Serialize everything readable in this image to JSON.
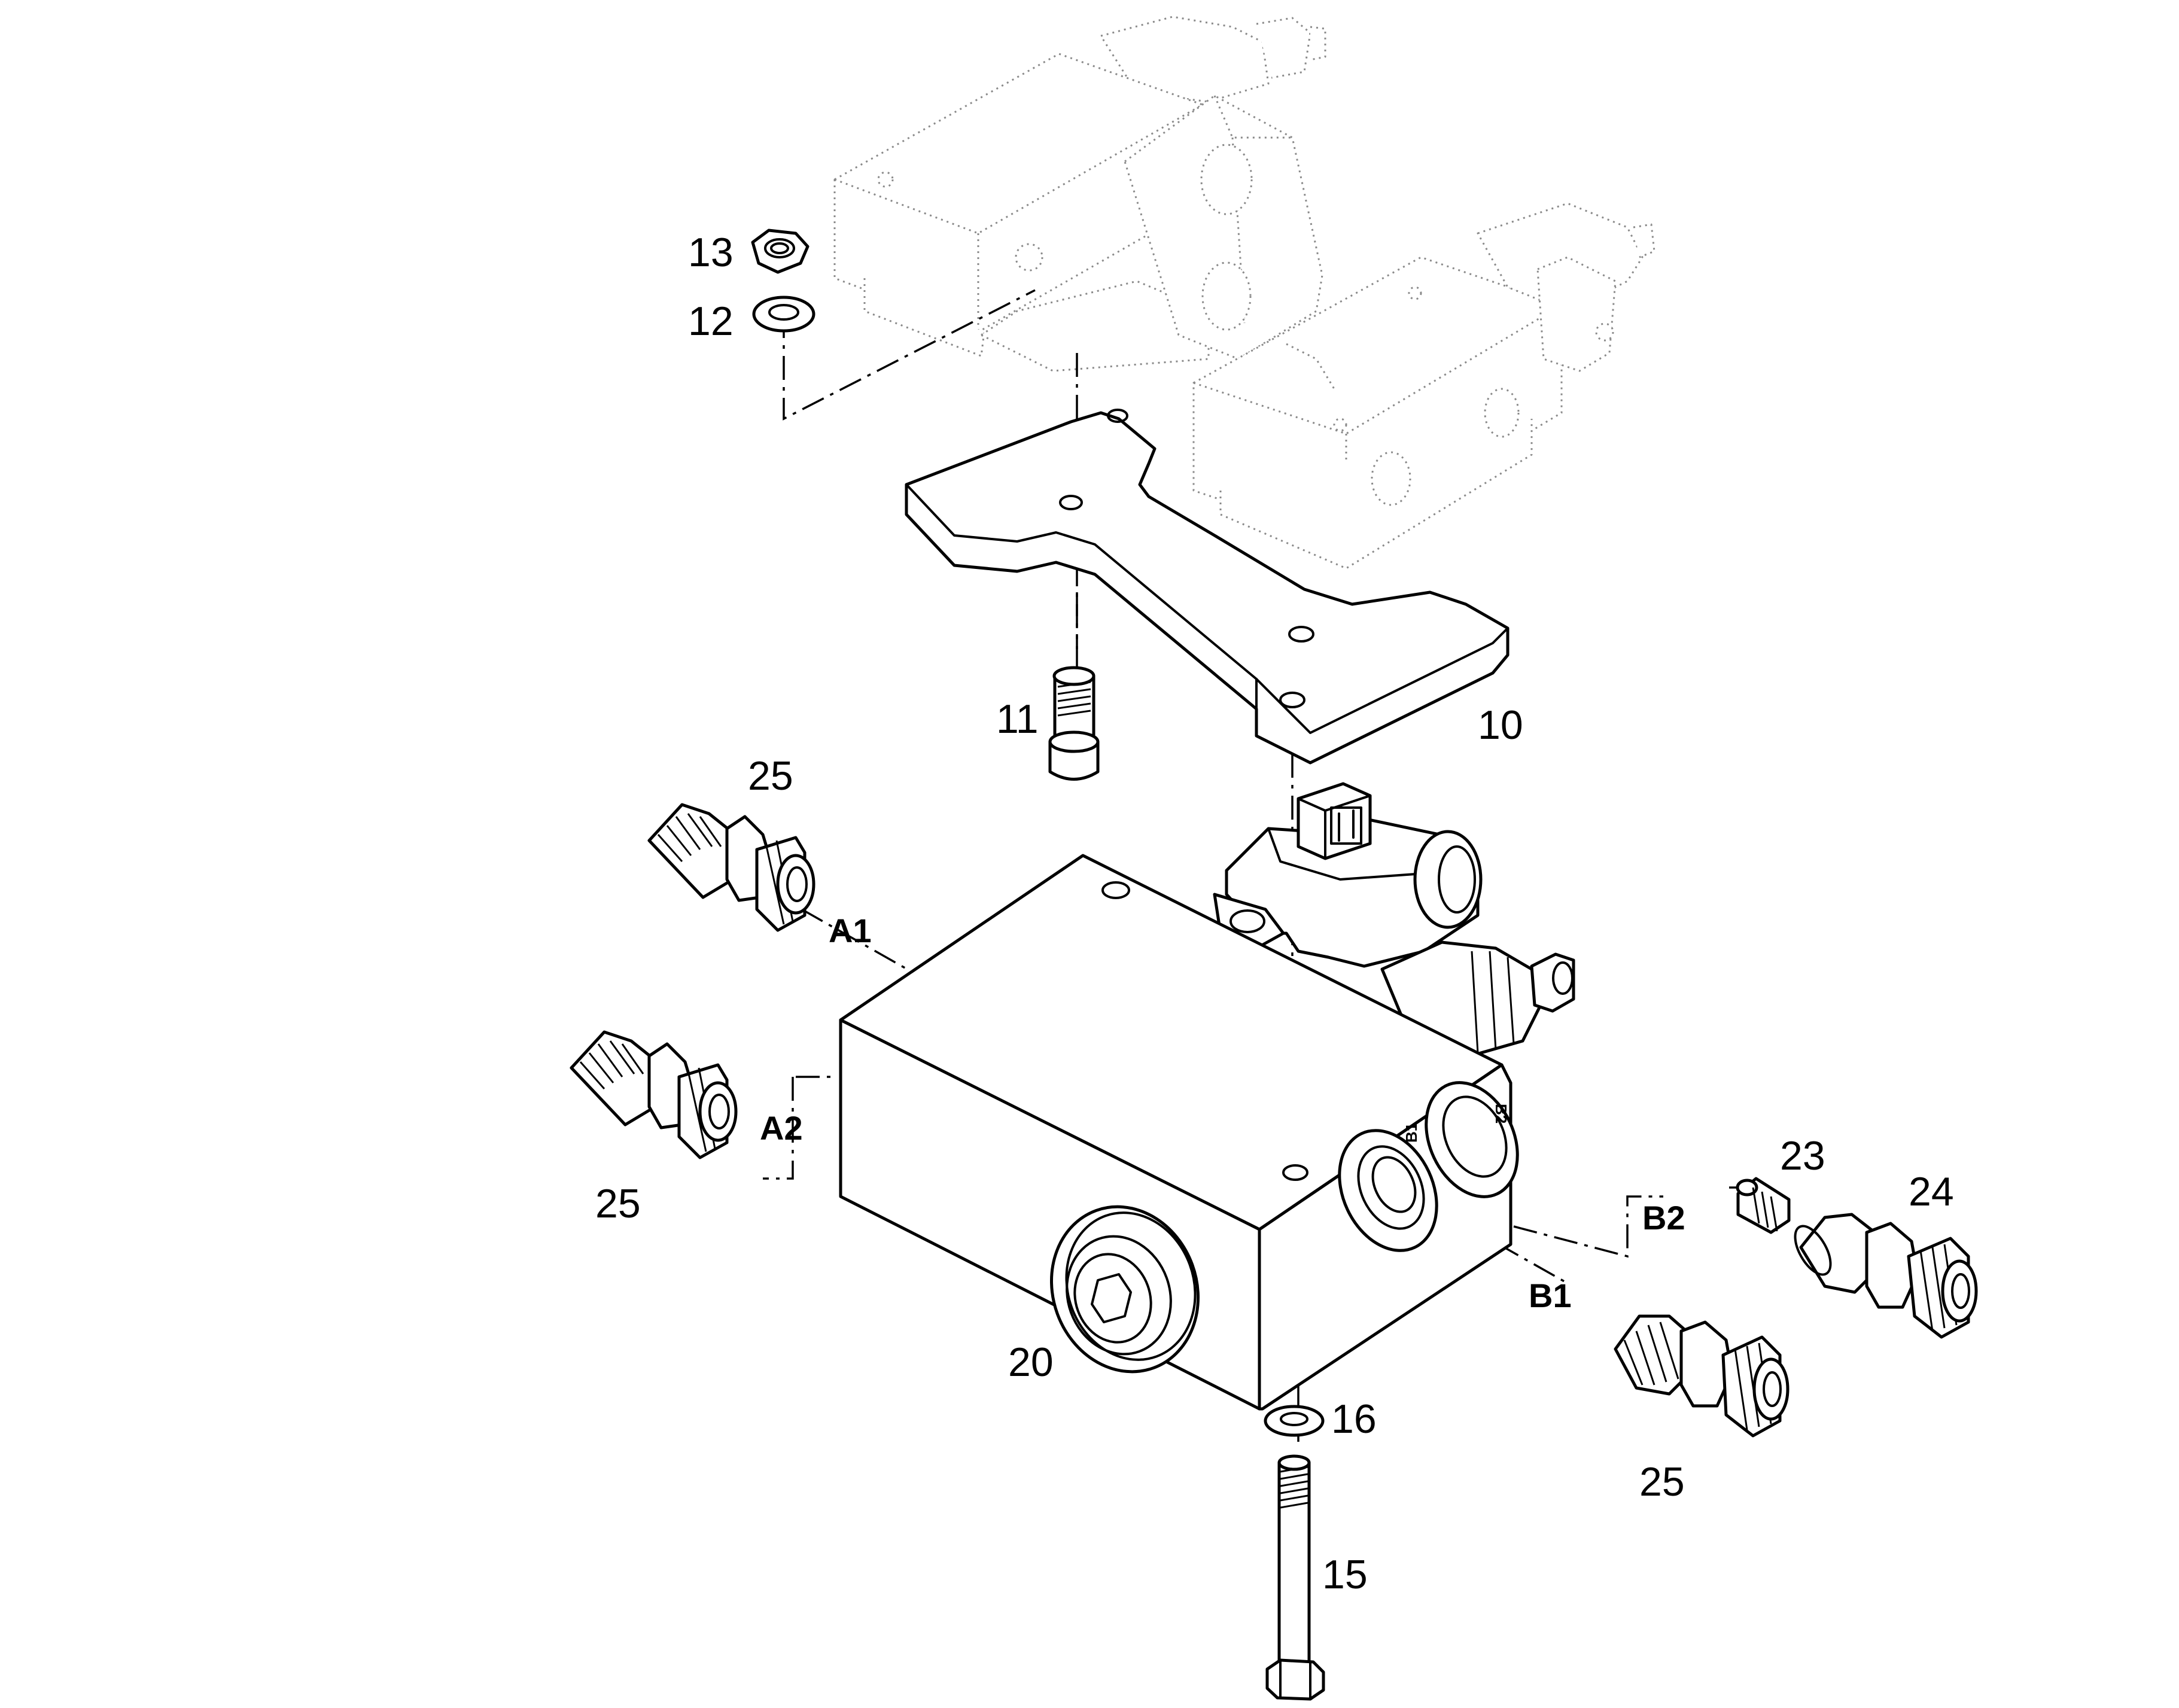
{
  "callouts": {
    "c10": "10",
    "c11": "11",
    "c12": "12",
    "c13": "13",
    "c15": "15",
    "c16": "16",
    "c20": "20",
    "c23": "23",
    "c24": "24",
    "c25_a1": "25",
    "c25_a2": "25",
    "c25_b1": "25"
  },
  "ports": {
    "a1": "A1",
    "a2": "A2",
    "b1": "B1",
    "b2": "B2",
    "face_b1": "B1",
    "face_b2": "B2"
  },
  "colors": {
    "line": "#000000",
    "ghost": "#8a8a8a",
    "background": "#ffffff"
  }
}
